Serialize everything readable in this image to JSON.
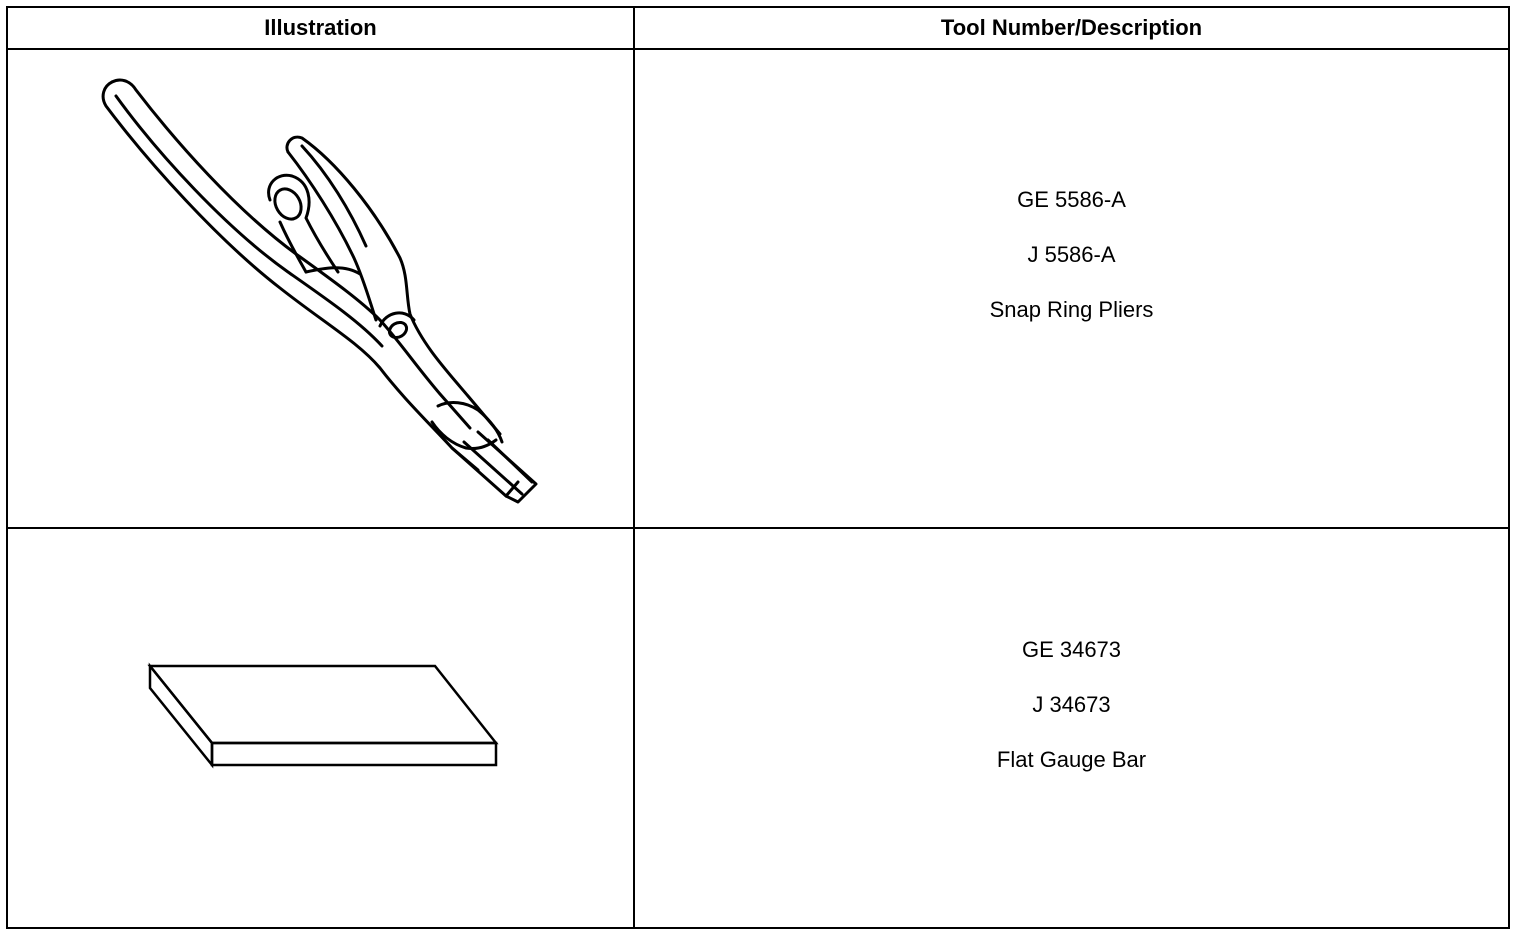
{
  "table": {
    "headers": {
      "illustration": "Illustration",
      "description": "Tool Number/Description"
    },
    "rows": [
      {
        "illustration_icon": "snap-ring-pliers-icon",
        "lines": [
          "GE 5586-A",
          "J 5586-A",
          "Snap Ring Pliers"
        ]
      },
      {
        "illustration_icon": "flat-gauge-bar-icon",
        "lines": [
          "GE 34673",
          "J 34673",
          "Flat Gauge Bar"
        ]
      }
    ]
  }
}
